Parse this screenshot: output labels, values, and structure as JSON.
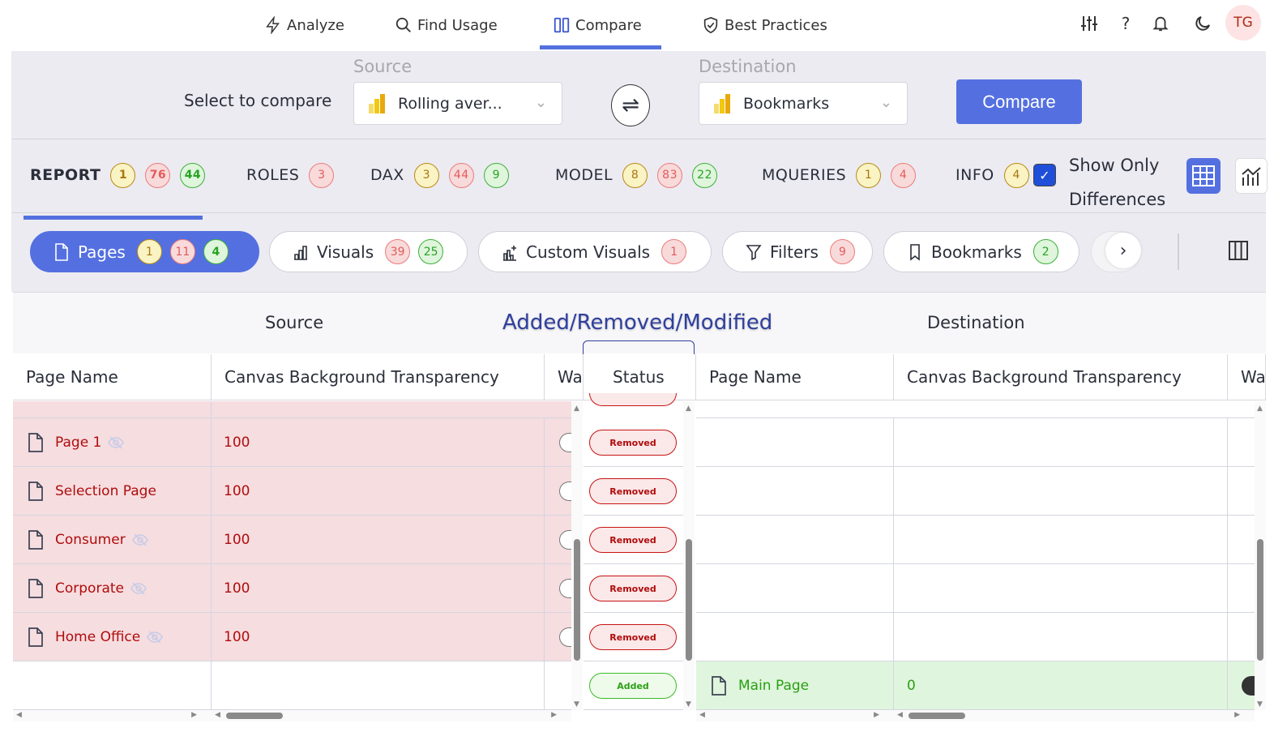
{
  "nav": {
    "tabs": [
      {
        "label": "Analyze",
        "icon": "lightning-icon"
      },
      {
        "label": "Find Usage",
        "icon": "search-icon"
      },
      {
        "label": "Compare",
        "icon": "compare-icon",
        "active": true
      },
      {
        "label": "Best Practices",
        "icon": "shield-check-icon"
      }
    ],
    "help": "?",
    "avatar": "TG"
  },
  "compare": {
    "select_label": "Select to compare",
    "source_label": "Source",
    "source_value": "Rolling aver...",
    "destination_label": "Destination",
    "destination_value": "Bookmarks",
    "swap_icon": "⇌",
    "button": "Compare"
  },
  "categories": [
    {
      "label": "REPORT",
      "active": true,
      "badges": [
        {
          "v": "1",
          "c": "y"
        },
        {
          "v": "76",
          "c": "r"
        },
        {
          "v": "44",
          "c": "g"
        }
      ]
    },
    {
      "label": "ROLES",
      "badges": [
        {
          "v": "3",
          "c": "r"
        }
      ]
    },
    {
      "label": "DAX",
      "badges": [
        {
          "v": "3",
          "c": "y"
        },
        {
          "v": "44",
          "c": "r"
        },
        {
          "v": "9",
          "c": "g"
        }
      ]
    },
    {
      "label": "MODEL",
      "badges": [
        {
          "v": "8",
          "c": "y"
        },
        {
          "v": "83",
          "c": "r"
        },
        {
          "v": "22",
          "c": "g"
        }
      ]
    },
    {
      "label": "MQUERIES",
      "badges": [
        {
          "v": "1",
          "c": "y"
        },
        {
          "v": "4",
          "c": "r"
        }
      ]
    },
    {
      "label": "INFO",
      "badges": [
        {
          "v": "4",
          "c": "y"
        }
      ]
    }
  ],
  "show_only_differences": {
    "line1": "Show Only",
    "line2": "Differences",
    "checked": true
  },
  "subtabs": [
    {
      "label": "Pages",
      "badges": [
        {
          "v": "1",
          "c": "y"
        },
        {
          "v": "11",
          "c": "r"
        },
        {
          "v": "4",
          "c": "g"
        }
      ]
    },
    {
      "label": "Visuals",
      "badges": [
        {
          "v": "39",
          "c": "r"
        },
        {
          "v": "25",
          "c": "g"
        }
      ]
    },
    {
      "label": "Custom Visuals",
      "badges": [
        {
          "v": "1",
          "c": "r"
        }
      ]
    },
    {
      "label": "Filters",
      "badges": [
        {
          "v": "9",
          "c": "r"
        }
      ]
    },
    {
      "label": "Bookmarks",
      "badges": [
        {
          "v": "2",
          "c": "g"
        }
      ]
    }
  ],
  "table": {
    "group_source": "Source",
    "group_status": "Added/Removed/Modified",
    "group_destination": "Destination",
    "columns_source": [
      "Page Name",
      "Canvas Background Transparency",
      "Wa"
    ],
    "column_status": "Status",
    "columns_destination": [
      "Page Name",
      "Canvas Background Transparency",
      "Wa"
    ],
    "rows": [
      {
        "source_name": "Page 1",
        "hidden": true,
        "source_transparency": "100",
        "status": "Removed",
        "dest_name": "",
        "dest_transparency": ""
      },
      {
        "source_name": "Selection Page",
        "hidden": false,
        "source_transparency": "100",
        "status": "Removed",
        "dest_name": "",
        "dest_transparency": ""
      },
      {
        "source_name": "Consumer",
        "hidden": true,
        "source_transparency": "100",
        "status": "Removed",
        "dest_name": "",
        "dest_transparency": ""
      },
      {
        "source_name": "Corporate",
        "hidden": true,
        "source_transparency": "100",
        "status": "Removed",
        "dest_name": "",
        "dest_transparency": ""
      },
      {
        "source_name": "Home Office",
        "hidden": true,
        "source_transparency": "100",
        "status": "Removed",
        "dest_name": "",
        "dest_transparency": ""
      },
      {
        "source_name": "",
        "hidden": false,
        "source_transparency": "",
        "status": "Added",
        "dest_name": "Main Page",
        "dest_transparency": "0"
      }
    ]
  },
  "colors": {
    "accent": "#5470e0",
    "removed": "#b00c0c",
    "added": "#27a012",
    "removed_bg": "#f6dde0",
    "added_bg": "#e0f5dd"
  }
}
